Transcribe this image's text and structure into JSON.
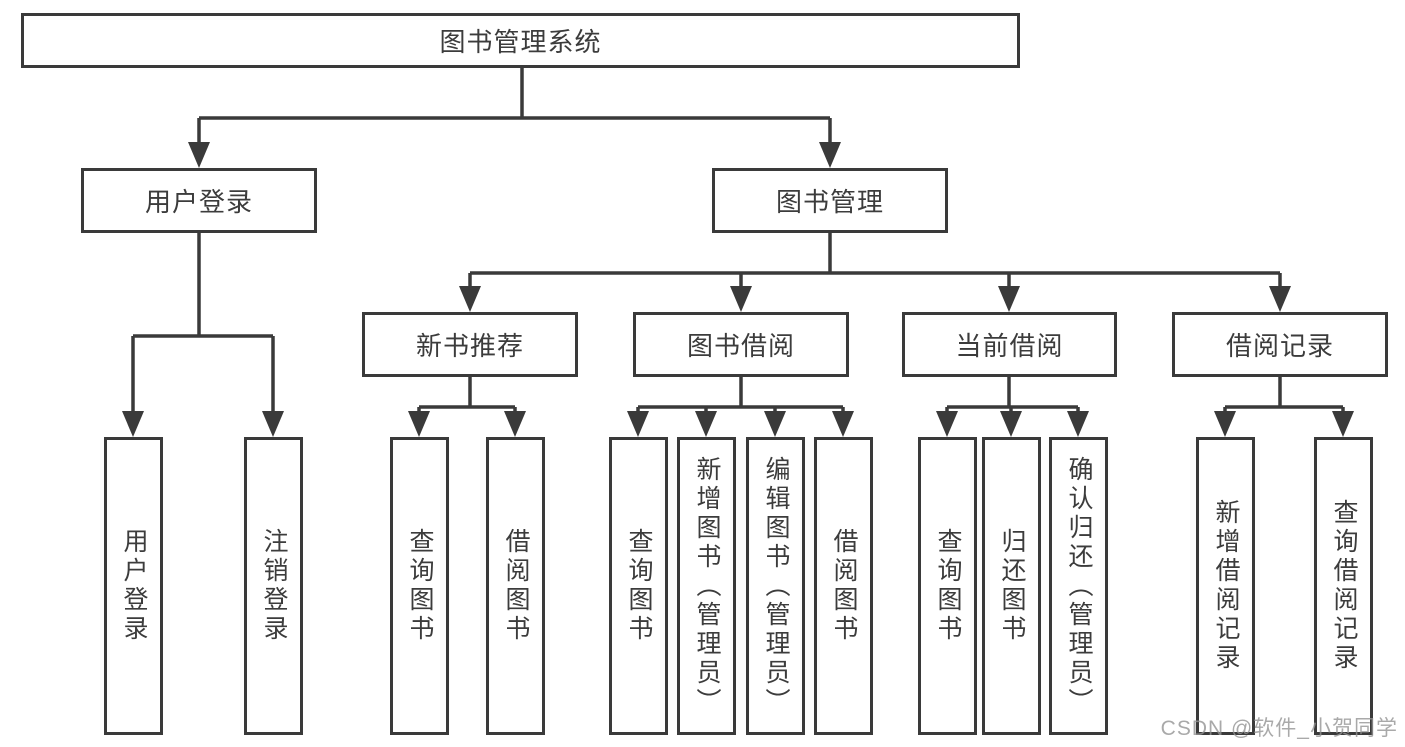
{
  "title": "图书管理系统",
  "watermark": "CSDN @软件_小贺同学",
  "colors": {
    "line": "#3a3a3a",
    "box_border": "#3a3a3a",
    "text": "#3c3c3c",
    "watermark": "#949494",
    "background": "#ffffff"
  },
  "tree": {
    "root": {
      "label": "图书管理系统"
    },
    "branches": [
      {
        "label": "用户登录",
        "children": [
          {
            "label": "用户登录"
          },
          {
            "label": "注销登录"
          }
        ]
      },
      {
        "label": "图书管理",
        "children": [
          {
            "label": "新书推荐",
            "children": [
              {
                "label": "查询图书"
              },
              {
                "label": "借阅图书"
              }
            ]
          },
          {
            "label": "图书借阅",
            "children": [
              {
                "label": "查询图书"
              },
              {
                "label": "新增图书（管理员）"
              },
              {
                "label": "编辑图书（管理员）"
              },
              {
                "label": "借阅图书"
              }
            ]
          },
          {
            "label": "当前借阅",
            "children": [
              {
                "label": "查询图书"
              },
              {
                "label": "归还图书"
              },
              {
                "label": "确认归还（管理员）"
              }
            ]
          },
          {
            "label": "借阅记录",
            "children": [
              {
                "label": "新增借阅记录"
              },
              {
                "label": "查询借阅记录"
              }
            ]
          }
        ]
      }
    ]
  }
}
